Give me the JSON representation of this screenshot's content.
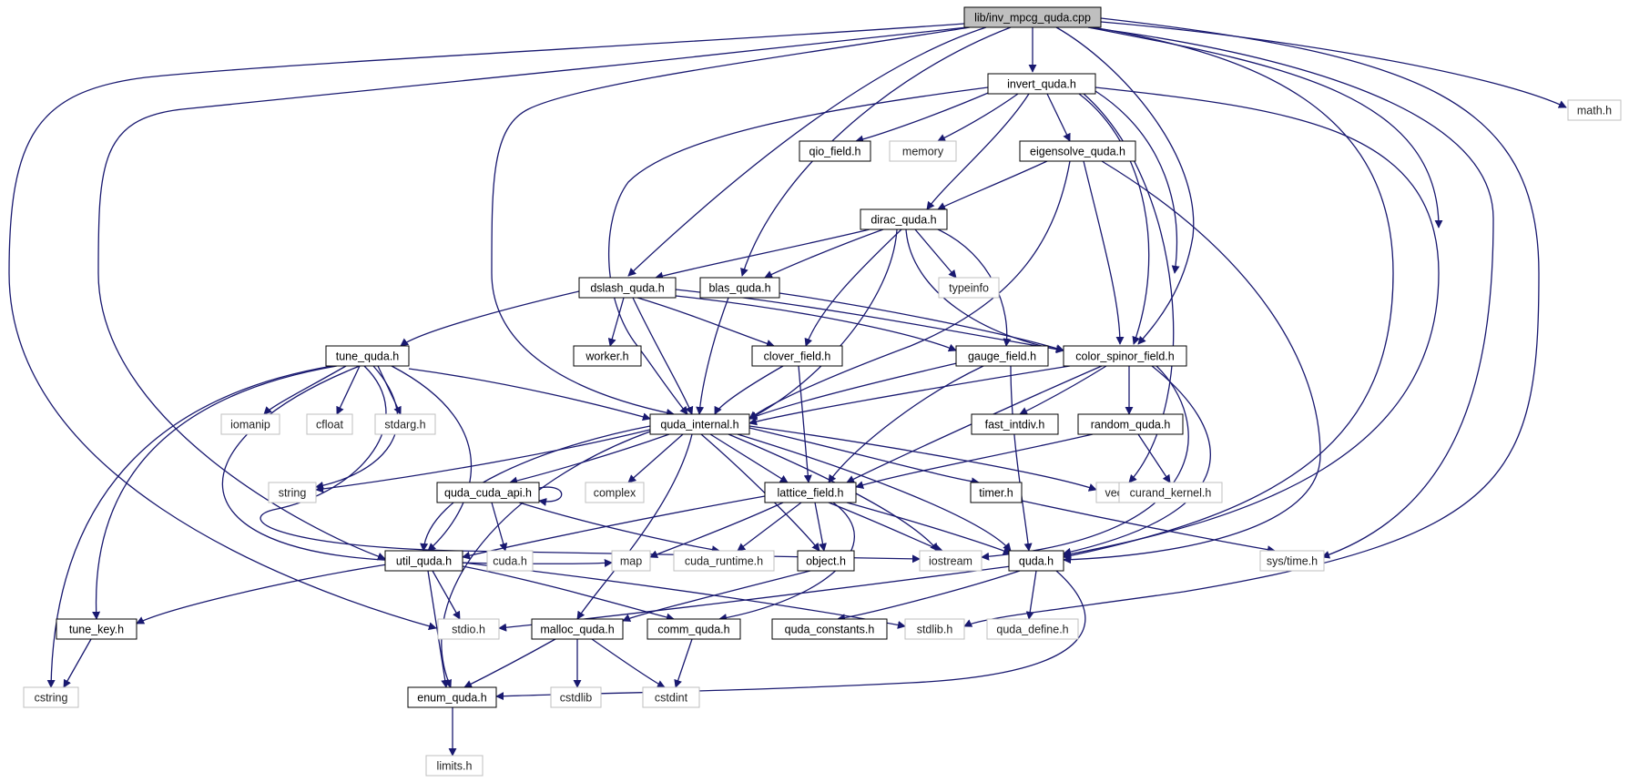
{
  "colors": {
    "edge": "#191970",
    "root_fill": "#bfbfbf",
    "internal_border": "#000000",
    "external_border": "#bfbfbf"
  },
  "nodes": [
    {
      "id": "root",
      "label": "lib/inv_mpcg_quda.cpp",
      "kind": "root"
    },
    {
      "id": "invert",
      "label": "invert_quda.h",
      "kind": "internal"
    },
    {
      "id": "math",
      "label": "math.h",
      "kind": "external"
    },
    {
      "id": "qio",
      "label": "qio_field.h",
      "kind": "internal"
    },
    {
      "id": "memory",
      "label": "memory",
      "kind": "external"
    },
    {
      "id": "eigen",
      "label": "eigensolve_quda.h",
      "kind": "internal"
    },
    {
      "id": "dirac",
      "label": "dirac_quda.h",
      "kind": "internal"
    },
    {
      "id": "dslash",
      "label": "dslash_quda.h",
      "kind": "internal"
    },
    {
      "id": "blas",
      "label": "blas_quda.h",
      "kind": "internal"
    },
    {
      "id": "typeinfo",
      "label": "typeinfo",
      "kind": "external"
    },
    {
      "id": "tune",
      "label": "tune_quda.h",
      "kind": "internal"
    },
    {
      "id": "worker",
      "label": "worker.h",
      "kind": "internal"
    },
    {
      "id": "clover",
      "label": "clover_field.h",
      "kind": "internal"
    },
    {
      "id": "gauge",
      "label": "gauge_field.h",
      "kind": "internal"
    },
    {
      "id": "csf",
      "label": "color_spinor_field.h",
      "kind": "internal"
    },
    {
      "id": "iomanip",
      "label": "iomanip",
      "kind": "external"
    },
    {
      "id": "cfloat",
      "label": "cfloat",
      "kind": "external"
    },
    {
      "id": "stdarg",
      "label": "stdarg.h",
      "kind": "external"
    },
    {
      "id": "qint",
      "label": "quda_internal.h",
      "kind": "internal"
    },
    {
      "id": "fastint",
      "label": "fast_intdiv.h",
      "kind": "internal"
    },
    {
      "id": "random",
      "label": "random_quda.h",
      "kind": "internal"
    },
    {
      "id": "string",
      "label": "string",
      "kind": "external"
    },
    {
      "id": "qcuda",
      "label": "quda_cuda_api.h",
      "kind": "internal"
    },
    {
      "id": "complex",
      "label": "complex",
      "kind": "external"
    },
    {
      "id": "lattice",
      "label": "lattice_field.h",
      "kind": "internal"
    },
    {
      "id": "timer",
      "label": "timer.h",
      "kind": "internal"
    },
    {
      "id": "vector",
      "label": "vector",
      "kind": "external"
    },
    {
      "id": "curand",
      "label": "curand_kernel.h",
      "kind": "external"
    },
    {
      "id": "util",
      "label": "util_quda.h",
      "kind": "internal"
    },
    {
      "id": "cudah",
      "label": "cuda.h",
      "kind": "external"
    },
    {
      "id": "map",
      "label": "map",
      "kind": "external"
    },
    {
      "id": "cudart",
      "label": "cuda_runtime.h",
      "kind": "external"
    },
    {
      "id": "object",
      "label": "object.h",
      "kind": "internal"
    },
    {
      "id": "iostream",
      "label": "iostream",
      "kind": "external"
    },
    {
      "id": "quda",
      "label": "quda.h",
      "kind": "internal"
    },
    {
      "id": "systime",
      "label": "sys/time.h",
      "kind": "external"
    },
    {
      "id": "tunekey",
      "label": "tune_key.h",
      "kind": "internal"
    },
    {
      "id": "stdio",
      "label": "stdio.h",
      "kind": "external"
    },
    {
      "id": "malloc",
      "label": "malloc_quda.h",
      "kind": "internal"
    },
    {
      "id": "comm",
      "label": "comm_quda.h",
      "kind": "internal"
    },
    {
      "id": "qconst",
      "label": "quda_constants.h",
      "kind": "internal"
    },
    {
      "id": "stdlib",
      "label": "stdlib.h",
      "kind": "external"
    },
    {
      "id": "qdefine",
      "label": "quda_define.h",
      "kind": "external"
    },
    {
      "id": "cstring",
      "label": "cstring",
      "kind": "external"
    },
    {
      "id": "enum",
      "label": "enum_quda.h",
      "kind": "internal"
    },
    {
      "id": "cstdlib",
      "label": "cstdlib",
      "kind": "external"
    },
    {
      "id": "cstdint",
      "label": "cstdint",
      "kind": "external"
    },
    {
      "id": "limits",
      "label": "limits.h",
      "kind": "external"
    }
  ]
}
